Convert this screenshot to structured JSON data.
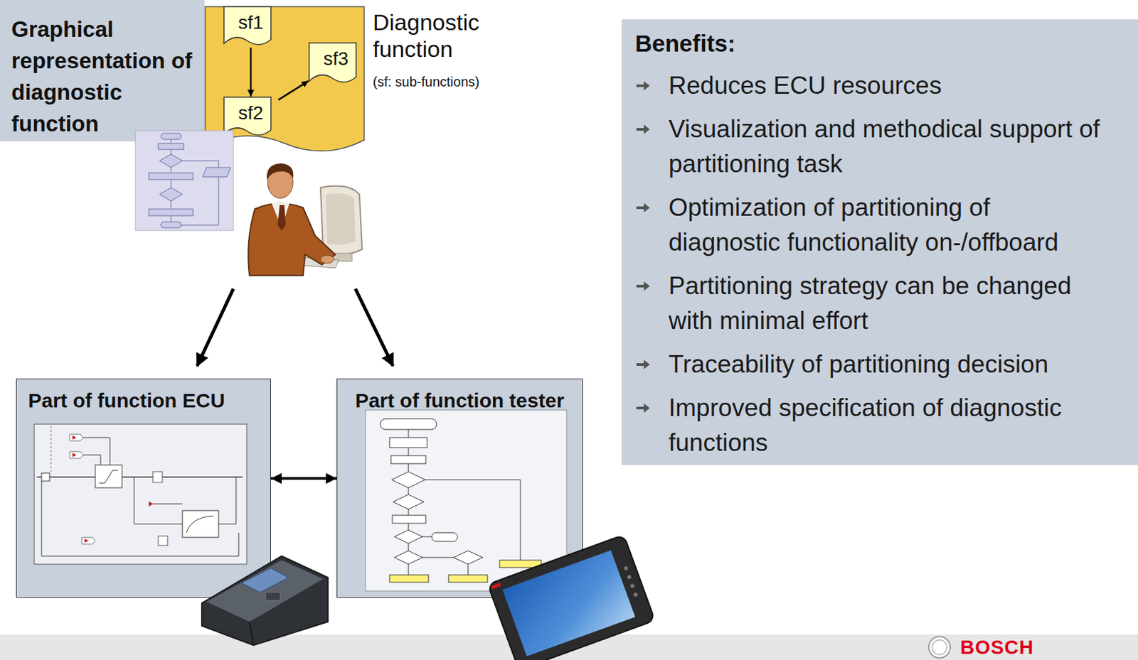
{
  "diagram": {
    "nodes": [
      {
        "text": [
          "Graphical representation of diagnostic function"
        ]
      },
      {
        "text": [
          "Diagnostic function",
          "(sf: sub-functions)"
        ]
      },
      {
        "text": [
          "sf1"
        ],
        "in": 1
      },
      {
        "text": [
          "sf2"
        ],
        "in": 1
      },
      {
        "text": [
          "sf3"
        ],
        "in": 1
      },
      {
        "text": [
          "Part of function ECU"
        ]
      },
      {
        "text": [
          "Part of function tester"
        ]
      },
      {
        "text": [
          "Benefits:",
          "Reduces ECU resources",
          "Visualization and methodical support of partitioning task",
          "Optimization of partitioning of diagnostic functionality on-/offboard",
          "Partitioning strategy can be changed with minimal effort",
          "Traceability of partitioning decision",
          "Improved specification of diagnostic functions"
        ]
      }
    ],
    "edges": [
      {
        "from": 2,
        "to": 3,
        "arrow": "to"
      },
      {
        "from": 3,
        "to": 4,
        "arrow": "to"
      },
      {
        "from": 5,
        "to": 6,
        "arrow": "both"
      }
    ],
    "labels": [
      "BOSCH"
    ]
  }
}
